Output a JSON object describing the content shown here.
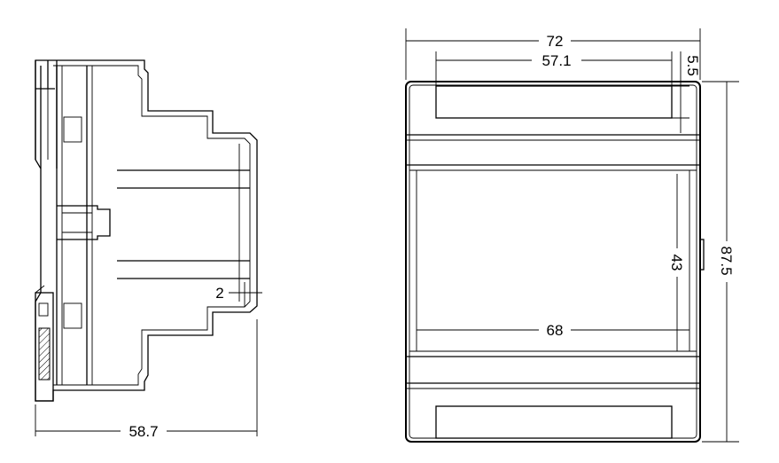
{
  "dimensions": {
    "side_depth": "58.7",
    "side_small": "2",
    "front_width": "72",
    "front_window_width": "57.1",
    "front_top_offset": "5.5",
    "front_inner_width": "68",
    "front_inner_height": "43",
    "front_height": "87.5"
  }
}
